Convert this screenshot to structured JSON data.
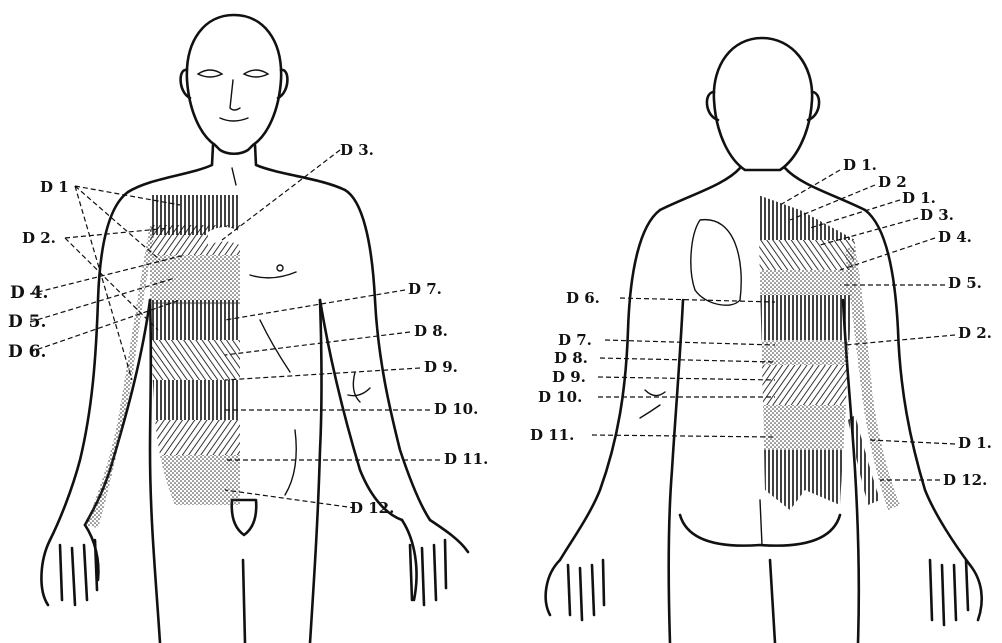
{
  "front": {
    "labels": [
      {
        "id": "f-d1",
        "text": "D 1"
      },
      {
        "id": "f-d2",
        "text": "D 2."
      },
      {
        "id": "f-d3",
        "text": "D 3."
      },
      {
        "id": "f-d4",
        "text": "D 4."
      },
      {
        "id": "f-d5",
        "text": "D 5."
      },
      {
        "id": "f-d6",
        "text": "D 6."
      },
      {
        "id": "f-d7",
        "text": "D 7."
      },
      {
        "id": "f-d8",
        "text": "D 8."
      },
      {
        "id": "f-d9",
        "text": "D 9."
      },
      {
        "id": "f-d10",
        "text": "D 10."
      },
      {
        "id": "f-d11",
        "text": "D 11."
      },
      {
        "id": "f-d12",
        "text": "D 12."
      }
    ]
  },
  "back": {
    "labels": [
      {
        "id": "b-d1a",
        "text": "D 1."
      },
      {
        "id": "b-d2a",
        "text": "D 2"
      },
      {
        "id": "b-d1b",
        "text": "D 1."
      },
      {
        "id": "b-d3",
        "text": "D 3."
      },
      {
        "id": "b-d4",
        "text": "D 4."
      },
      {
        "id": "b-d5",
        "text": "D 5."
      },
      {
        "id": "b-d6",
        "text": "D 6."
      },
      {
        "id": "b-d2b",
        "text": "D 2."
      },
      {
        "id": "b-d7",
        "text": "D 7."
      },
      {
        "id": "b-d8",
        "text": "D 8."
      },
      {
        "id": "b-d9",
        "text": "D 9."
      },
      {
        "id": "b-d10",
        "text": "D 10."
      },
      {
        "id": "b-d11",
        "text": "D 11."
      },
      {
        "id": "b-d1c",
        "text": "D 1."
      },
      {
        "id": "b-d12",
        "text": "D 12."
      }
    ]
  },
  "colors": {
    "ink": "#111111",
    "paper": "#ffffff",
    "stipple": "#555555"
  }
}
